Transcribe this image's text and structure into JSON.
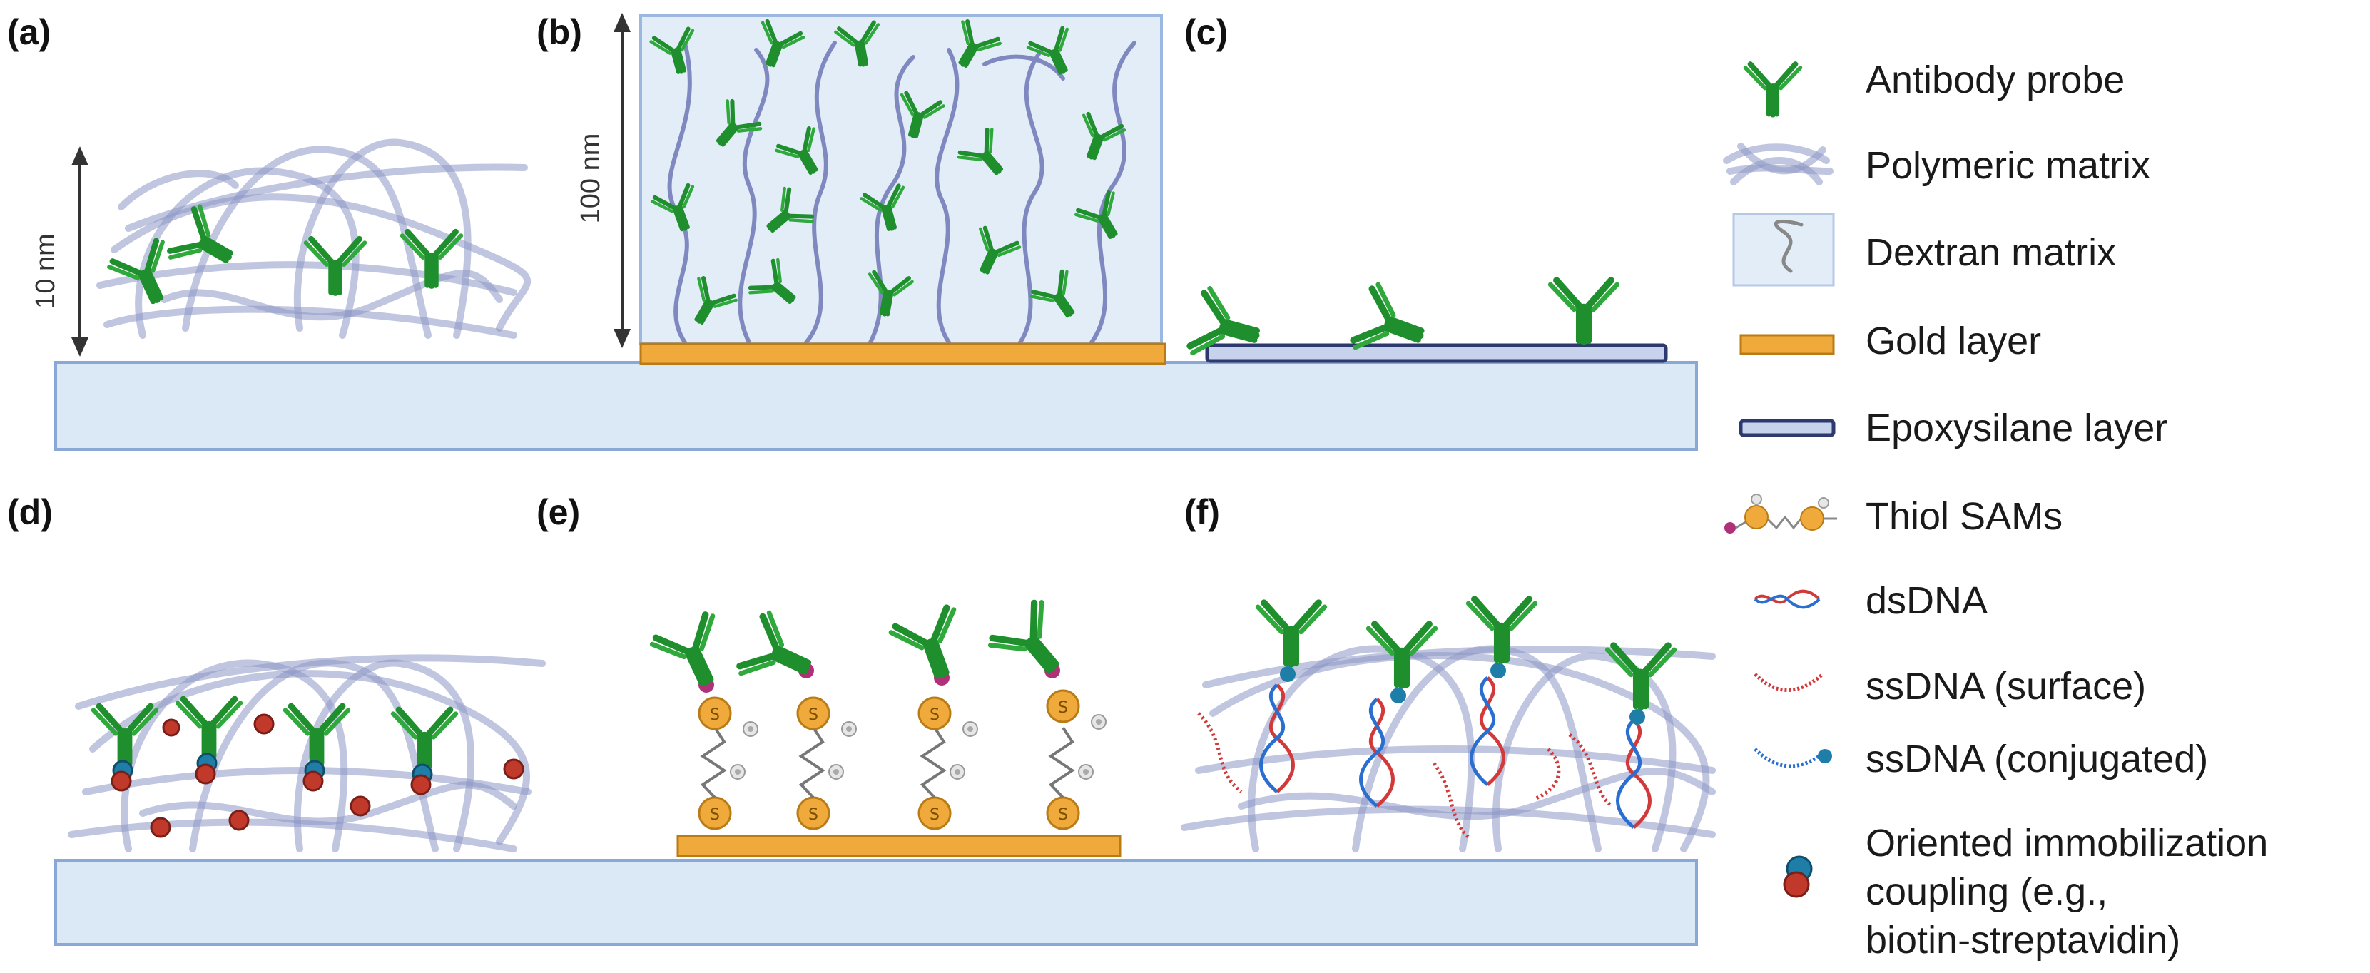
{
  "panels": [
    {
      "id": "a",
      "label": "(a)"
    },
    {
      "id": "b",
      "label": "(b)"
    },
    {
      "id": "c",
      "label": "(c)"
    },
    {
      "id": "d",
      "label": "(d)"
    },
    {
      "id": "e",
      "label": "(e)"
    },
    {
      "id": "f",
      "label": "(f)"
    }
  ],
  "dimensions": {
    "a": "10 nm",
    "b": "100 nm"
  },
  "legend": [
    {
      "icon": "antibody-icon",
      "text": "Antibody probe"
    },
    {
      "icon": "polymer-icon",
      "text": "Polymeric matrix"
    },
    {
      "icon": "dextran-icon",
      "text": "Dextran matrix"
    },
    {
      "icon": "gold-layer-icon",
      "text": "Gold layer"
    },
    {
      "icon": "epoxysilane-icon",
      "text": "Epoxysilane layer"
    },
    {
      "icon": "thiol-icon",
      "text": "Thiol SAMs"
    },
    {
      "icon": "dsdna-icon",
      "text": "dsDNA"
    },
    {
      "icon": "ssdna-surface-icon",
      "text": "ssDNA (surface)"
    },
    {
      "icon": "ssdna-conjugated-icon",
      "text": "ssDNA (conjugated)"
    },
    {
      "icon": "coupling-icon",
      "text": "Oriented immobilization",
      "text2": "coupling (e.g.,",
      "text3": "biotin-streptavidin)"
    }
  ],
  "colors": {
    "antibody": "#1f8f2e",
    "polymer": "#8c97c4",
    "substrate": "#dbe8f6",
    "gold": "#f0a93b",
    "epoxy": "#2e3a6e",
    "biotin": "#c0392b",
    "streptavidin": "#1e7ea8",
    "thiol_link": "#b0307a",
    "dna_red": "#d23a3a",
    "dna_blue": "#2a6fd0"
  }
}
